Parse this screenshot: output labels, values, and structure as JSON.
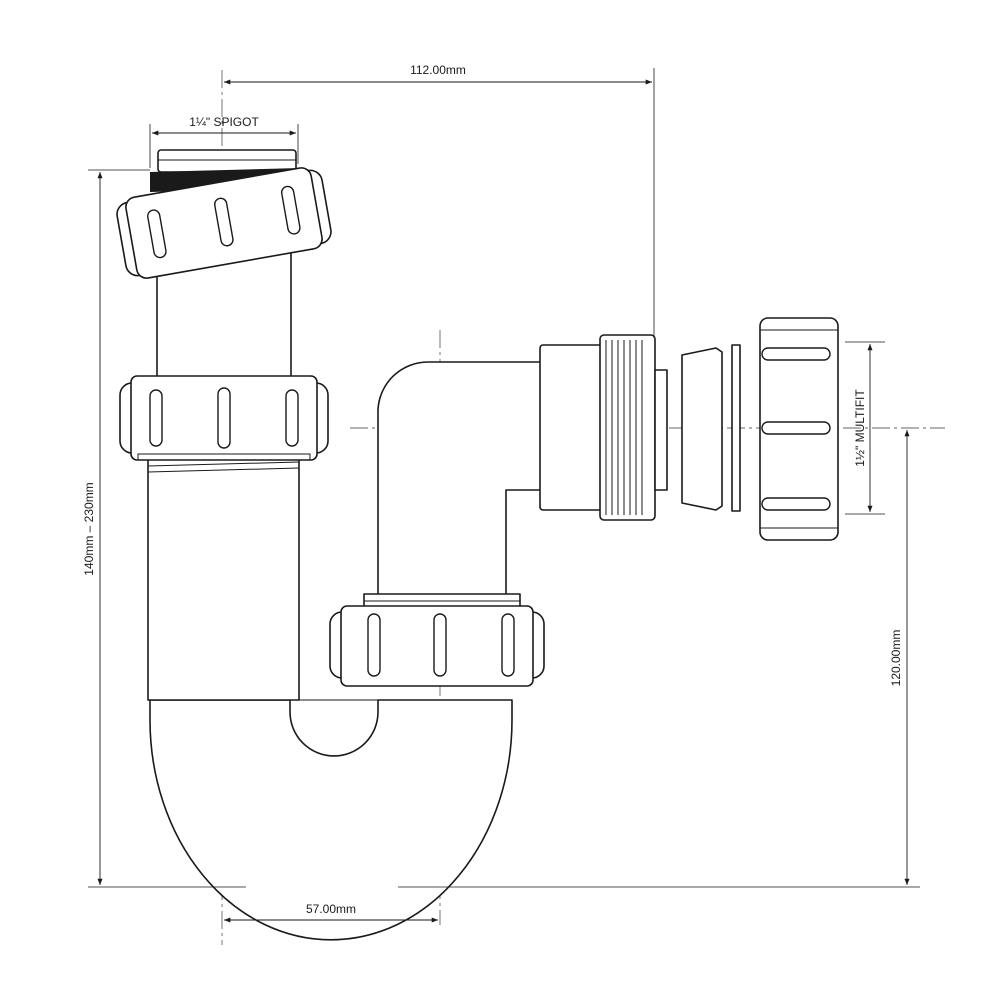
{
  "drawing": {
    "dimensions": {
      "top_width": "112.00mm",
      "spigot_label": "1¼\" SPIGOT",
      "height_range": "140mm – 230mm",
      "outlet_label": "1½\" MULTIFIT",
      "outlet_height": "120.00mm",
      "bottom_width": "57.00mm"
    }
  }
}
